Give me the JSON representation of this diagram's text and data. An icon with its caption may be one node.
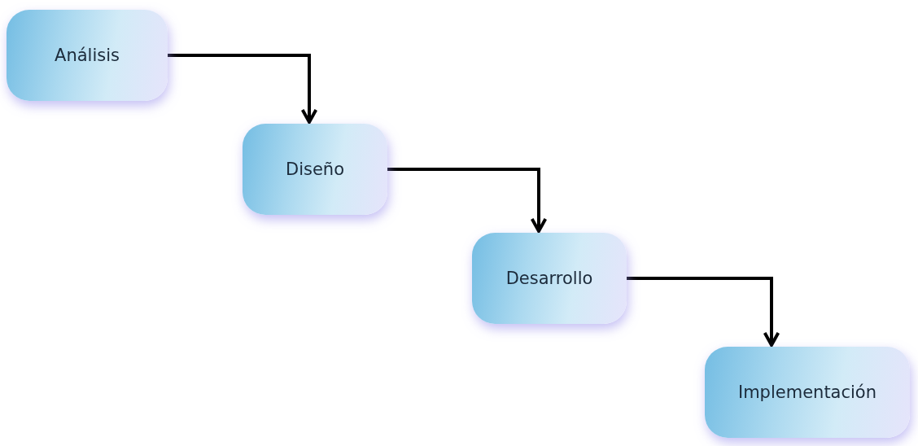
{
  "diagram": {
    "nodes": [
      {
        "text": [
          "Análisis"
        ]
      },
      {
        "text": [
          "Diseño"
        ]
      },
      {
        "text": [
          "Desarrollo"
        ]
      },
      {
        "text": [
          "Implementación"
        ]
      }
    ],
    "edges": [
      {
        "from": 0,
        "to": 1,
        "arrow": "to"
      },
      {
        "from": 1,
        "to": 2,
        "arrow": "to"
      },
      {
        "from": 2,
        "to": 3,
        "arrow": "to"
      }
    ]
  }
}
